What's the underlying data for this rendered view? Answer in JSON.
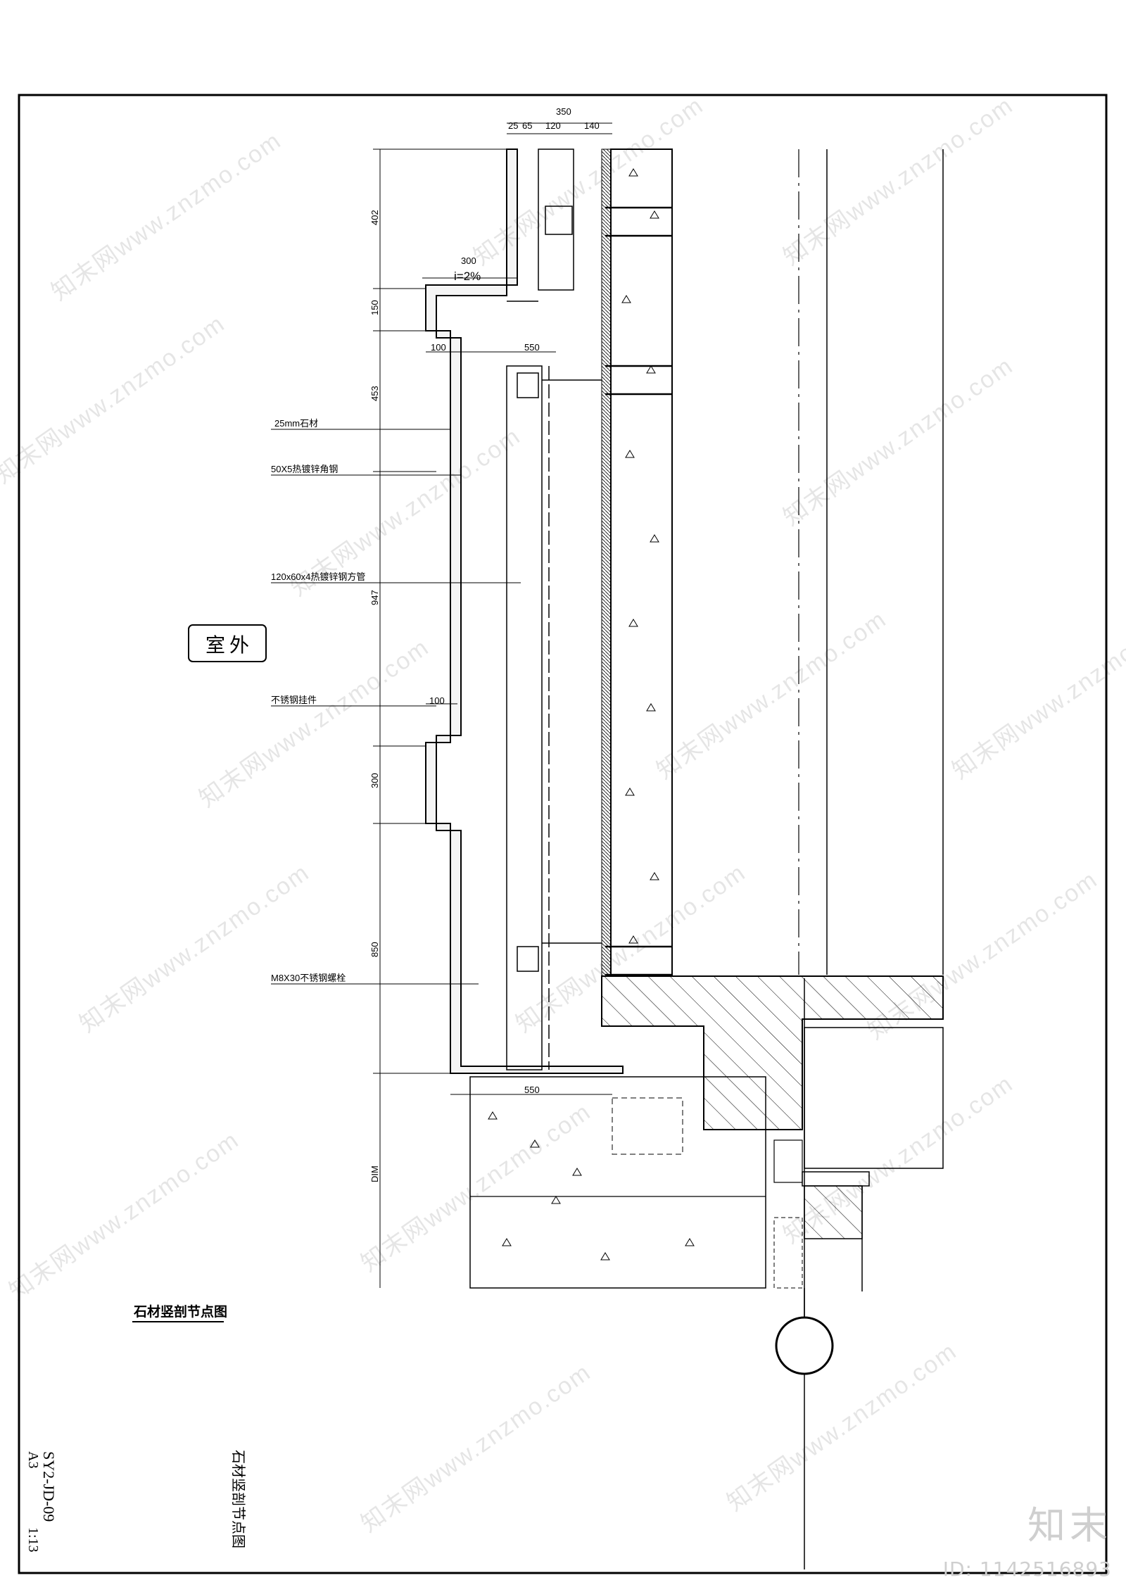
{
  "dimensions": {
    "top_total": "350",
    "top_parts": [
      "25",
      "65",
      "120",
      "140"
    ],
    "cap_width": "300",
    "slope": "i=2%",
    "left_vertical": [
      "402",
      "150",
      "453",
      "947",
      "300",
      "850",
      "DIM"
    ],
    "offset_top": "100",
    "offset_mid": "100",
    "bracket_top": "550",
    "bracket_bottom": "550"
  },
  "callouts": {
    "stone": "25mm石材",
    "angle": "50X5热镀锌角钢",
    "tube": "120x60x4热镀锌钢方管",
    "pendant": "不锈钢挂件",
    "bolt": "M8X30不锈钢螺栓"
  },
  "room_label": "室外",
  "drawing_title": "石材竖剖节点图",
  "title_block": {
    "sheet_no": "SY2-JD-09",
    "paper": "A3",
    "scale": "1:13",
    "name": "石材竖剖节点图"
  },
  "watermark": "知末网www.znzmo.com",
  "brand": "知末",
  "image_id": "ID: 1142516893"
}
